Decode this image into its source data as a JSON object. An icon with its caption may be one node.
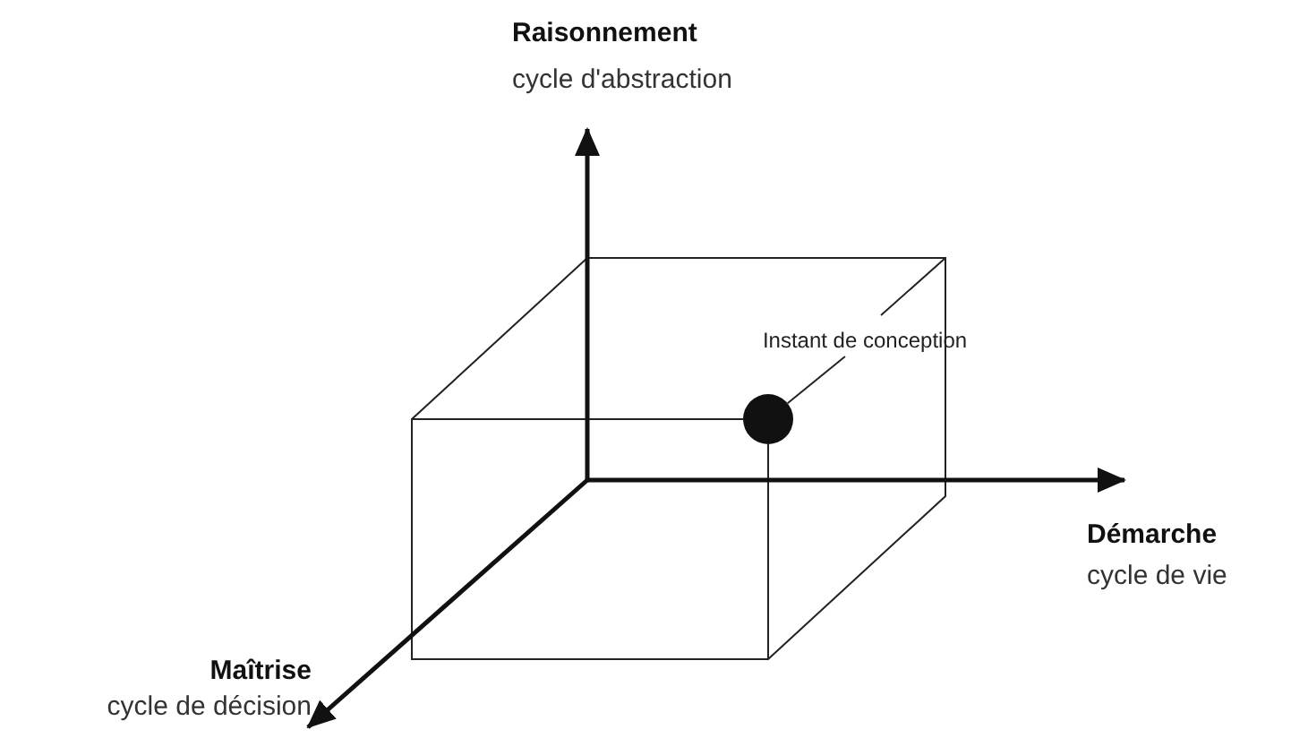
{
  "diagram": {
    "nodes": [
      {
        "text": [
          "Instant de conception"
        ]
      },
      {
        "text": [],
        "shape": "circle"
      }
    ],
    "edges": [
      {
        "from": 0,
        "to": 1,
        "arrow": "none"
      }
    ],
    "labels": [
      "Raisonnement",
      "cycle d'abstraction",
      "Démarche",
      "cycle de vie",
      "Maîtrise",
      "cycle de décision"
    ]
  }
}
